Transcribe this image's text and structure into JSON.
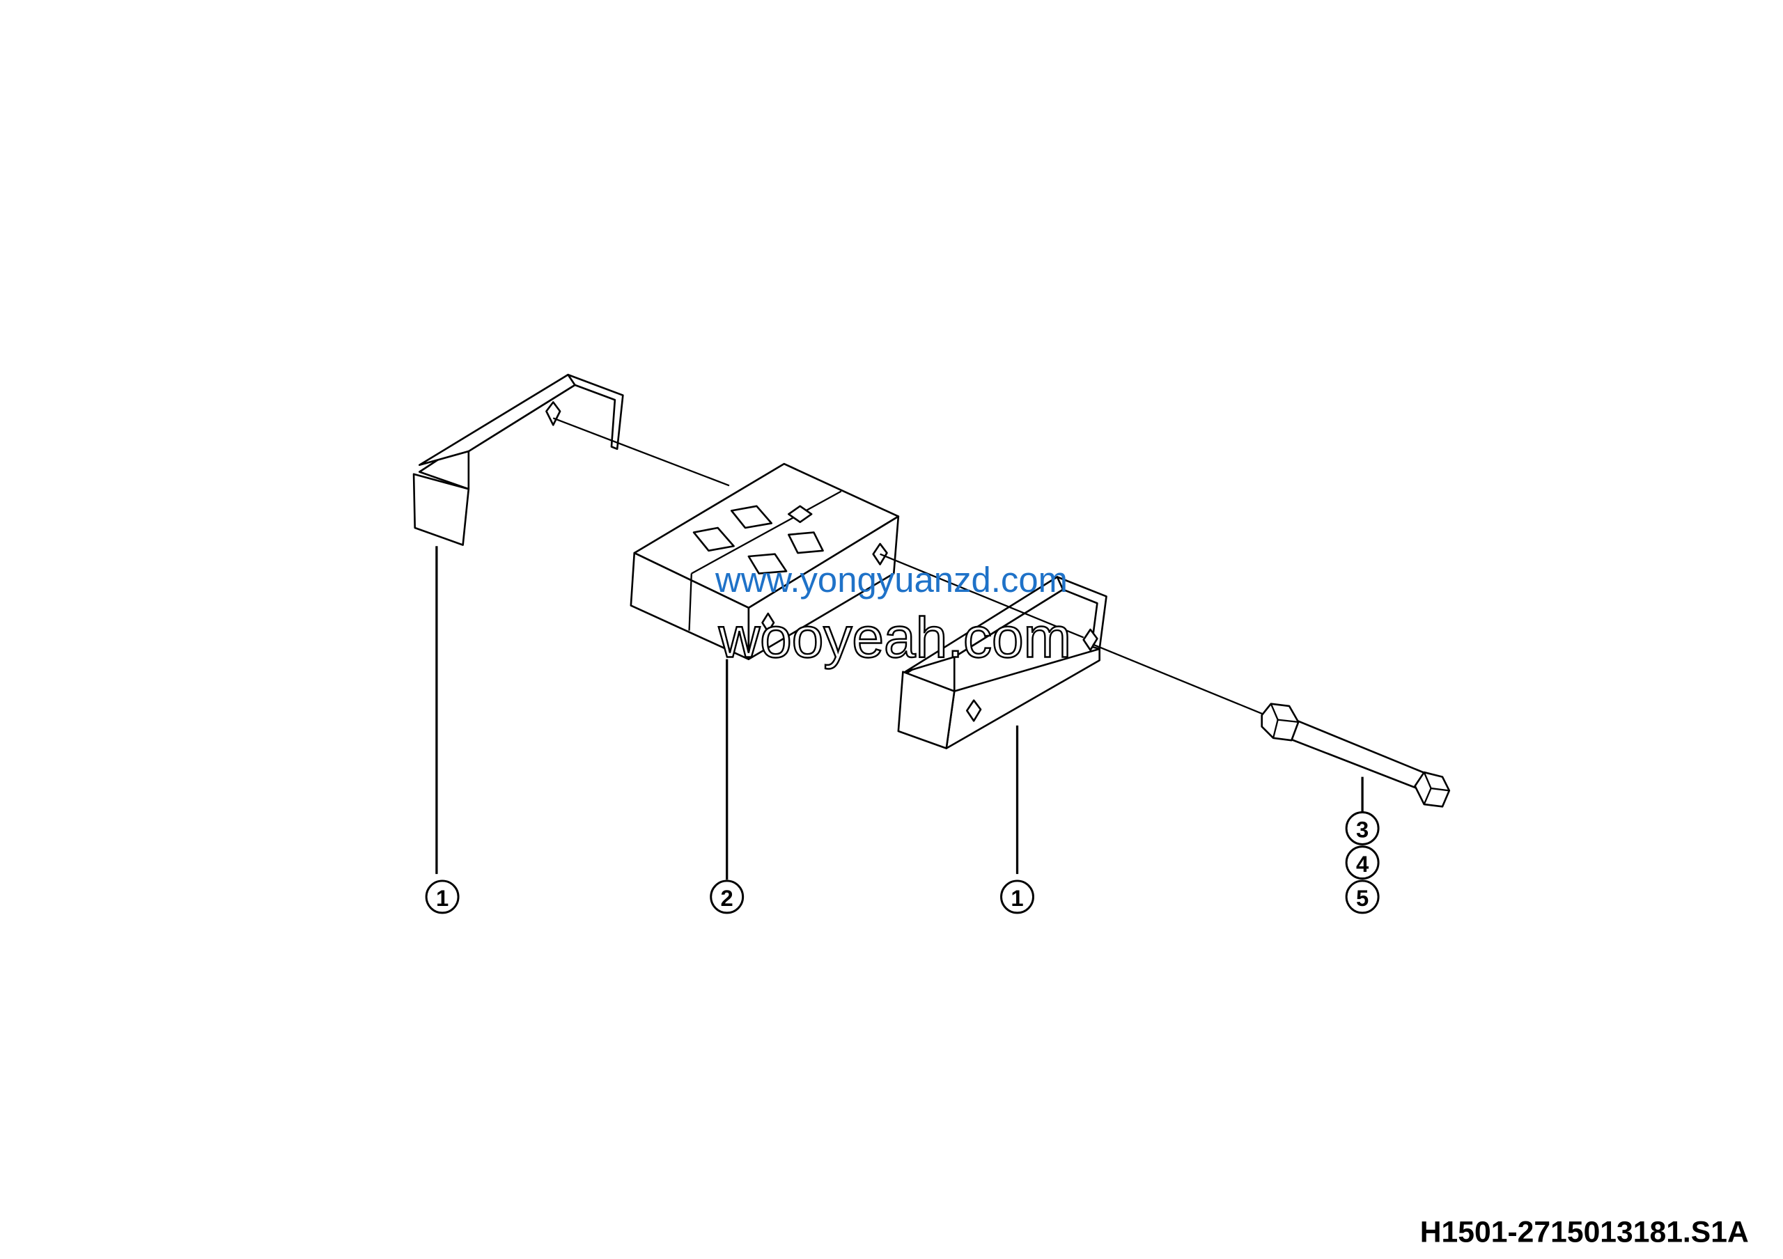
{
  "drawing": {
    "part_number": "H1501-2715013181.S1A",
    "callouts": [
      "1",
      "2",
      "1",
      "3",
      "4",
      "5"
    ],
    "components": [
      "bracket-left",
      "block",
      "bracket-right",
      "bolt-with-nut"
    ]
  },
  "watermark": {
    "outline_text": "wooyeah.com",
    "blue_text": "www.yongyuanzd.com",
    "blue_color": "#1f72c8"
  }
}
